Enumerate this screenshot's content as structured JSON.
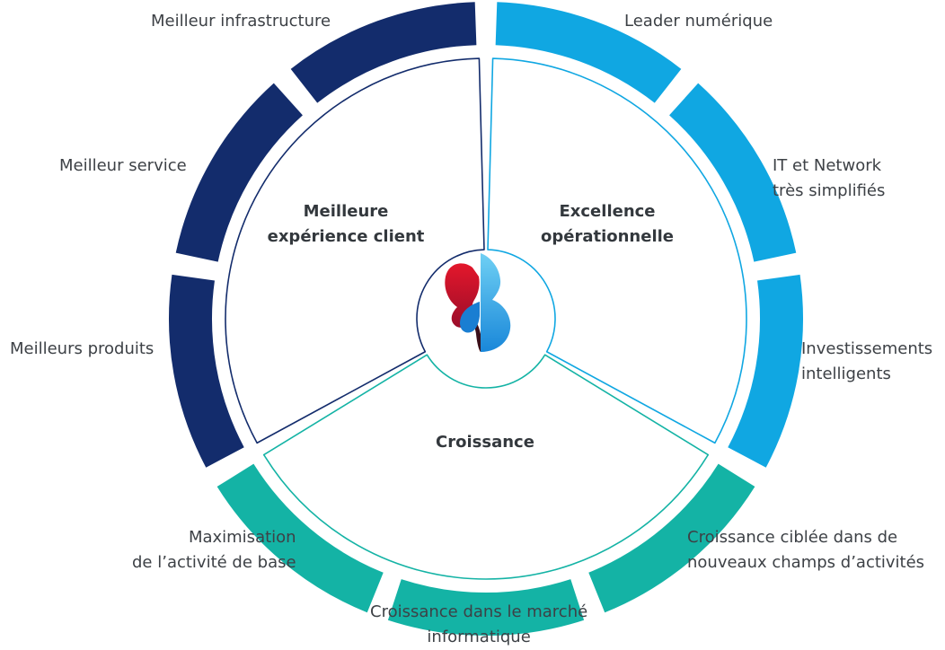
{
  "colors": {
    "navy": "#132c6c",
    "sky": "#10a7e2",
    "teal": "#14b3a5",
    "red": "#e3172b",
    "blue": "#1987d9"
  },
  "sections": {
    "left": {
      "title_lines": [
        "Meilleure",
        "expérience client"
      ]
    },
    "right": {
      "title_lines": [
        "Excellence",
        "opérationnelle"
      ]
    },
    "bottom": {
      "title_lines": [
        "Croissance"
      ]
    }
  },
  "segments": {
    "meilleur_infrastructure": {
      "lines": [
        "Meilleur infrastructure"
      ]
    },
    "meilleur_service": {
      "lines": [
        "Meilleur service"
      ]
    },
    "meilleurs_produits": {
      "lines": [
        "Meilleurs produits"
      ]
    },
    "leader_numerique": {
      "lines": [
        "Leader numérique"
      ]
    },
    "it_network": {
      "lines": [
        "IT et Network",
        "très simplifiés"
      ]
    },
    "investissements": {
      "lines": [
        "Investissements",
        "intelligents"
      ]
    },
    "croissance_ciblee": {
      "lines": [
        "Croissance ciblée dans de",
        "nouveaux champs d’activités"
      ]
    },
    "croissance_marche": {
      "lines": [
        "Croissance dans le marché",
        "informatique"
      ]
    },
    "maximisation": {
      "lines": [
        "Maximisation",
        "de l’activité de base"
      ]
    }
  }
}
